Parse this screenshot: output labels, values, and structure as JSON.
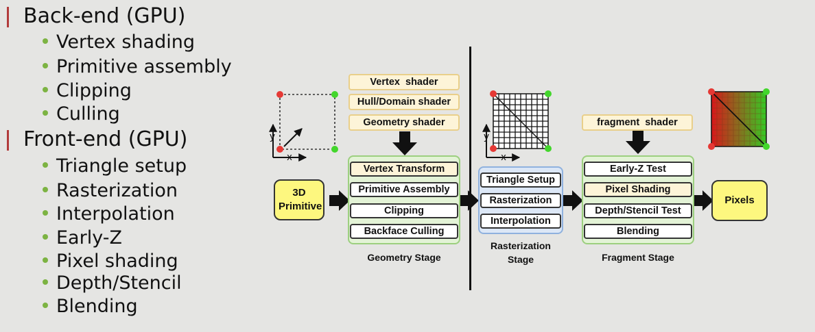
{
  "bullets": {
    "sections": [
      {
        "title": "Back-end (GPU)",
        "items": [
          "Vertex shading",
          "Primitive assembly",
          "Clipping",
          "Culling"
        ]
      },
      {
        "title": "Front-end (GPU)",
        "items": [
          "Triangle setup",
          "Rasterization",
          "Interpolation",
          "Early-Z",
          "Pixel shading",
          "Depth/Stencil",
          "Blending"
        ]
      }
    ]
  },
  "diagram": {
    "input": "3D Primitive",
    "output": "Pixels",
    "shaders": [
      "Vertex  shader",
      "Hull/Domain shader",
      "Geometry shader"
    ],
    "fragment_shader": "fragment  shader",
    "geometry_boxes": [
      "Vertex Transform",
      "Primitive Assembly",
      "Clipping",
      "Backface Culling"
    ],
    "raster_boxes": [
      "Triangle Setup",
      "Rasterization",
      "Interpolation"
    ],
    "fragment_boxes": [
      "Early-Z Test",
      "Pixel Shading",
      "Depth/Stencil Test",
      "Blending"
    ],
    "stage_labels": {
      "geometry": "Geometry Stage",
      "raster": "Rasterization Stage",
      "fragment": "Fragment Stage"
    },
    "axis_labels": {
      "y": "y",
      "x": "x"
    },
    "colors": {
      "green_stage": "#e3f3d6",
      "blue_stage": "#dce7f6",
      "shader": "#fdf4d8",
      "io_box": "#fdf77f",
      "bullet": "#7cb342",
      "section_bar": "#b23b3b",
      "vertex_red": "#e53935",
      "vertex_green": "#43d62c"
    }
  }
}
